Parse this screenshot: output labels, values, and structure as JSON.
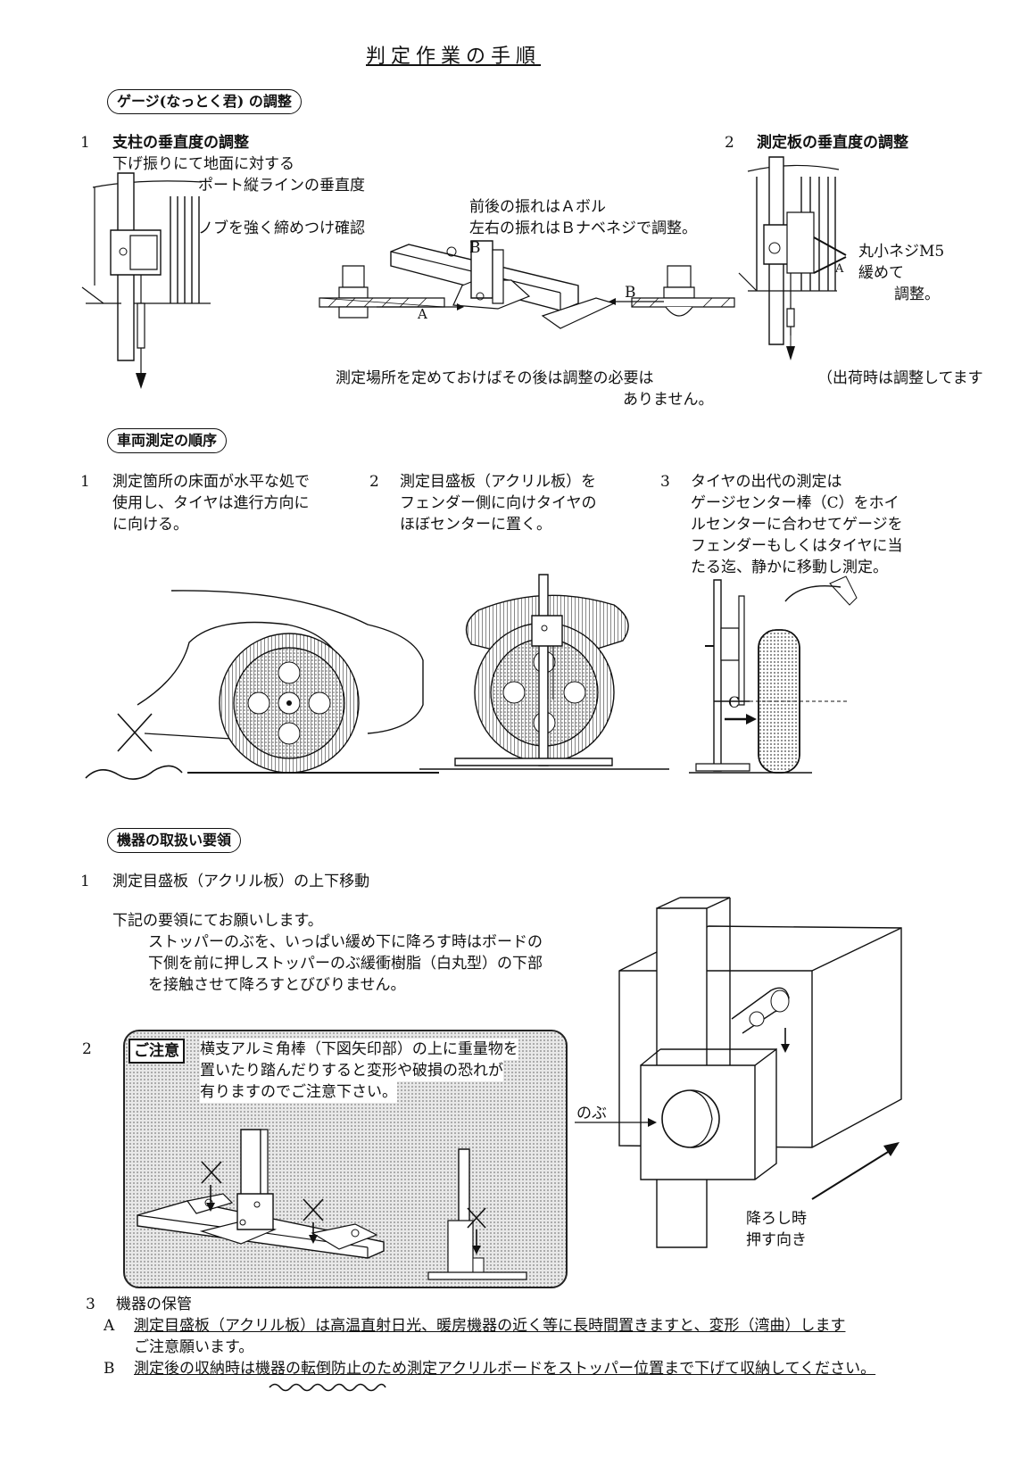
{
  "title": "判定作業の手順",
  "section1": {
    "heading": "ゲージ(なっとく君) の調整",
    "step1": {
      "number": "1",
      "title": "支柱の垂直度の調整",
      "line1": "下げ振りにて地面に対する",
      "line2": "ポート縦ラインの垂直度",
      "line3": "ノブを強く締めつけ確認"
    },
    "step2": {
      "number": "2",
      "title": "測定板の垂直度の調整"
    },
    "middle": {
      "line1": "前後の振れはＡボル",
      "line2": "左右の振れはＢナベネジで調整。",
      "label_a": "A",
      "label_b1": "B",
      "label_b2": "B",
      "note1": "測定場所を定めておけばその後は調整の必要は",
      "note2": "ありません。"
    },
    "right": {
      "line1": "丸小ネジM5",
      "line2": "緩めて",
      "line3": "調整。",
      "label_a": "A",
      "shipping": "（出荷時は調整してます"
    }
  },
  "section2": {
    "heading": "車両測定の順序",
    "step1": {
      "number": "1",
      "lines": [
        "測定箇所の床面が水平な処で",
        "使用し、タイヤは進行方向に",
        "に向ける。"
      ]
    },
    "step2": {
      "number": "2",
      "lines": [
        "測定目盛板（アクリル板）を",
        "フェンダー側に向けタイヤの",
        "ほぼセンターに置く。"
      ]
    },
    "step3": {
      "number": "3",
      "lines": [
        "タイヤの出代の測定は",
        "ゲージセンター棒（C）をホイ",
        "ルセンターに合わせてゲージを",
        "フェンダーもしくはタイヤに当",
        "たる迄、静かに移動し測定。"
      ]
    },
    "label_c": "C"
  },
  "section3": {
    "heading": "機器の取扱い要領",
    "item1": {
      "number": "1",
      "title": "測定目盛板（アクリル板）の上下移動",
      "intro": "下記の要領にてお願いします。",
      "lines": [
        "ストッパーのぶを、いっぱい緩め下に降ろす時はボードの",
        "下側を前に押しストッパーのぶ緩衝樹脂（白丸型）の下部",
        "を接触させて降ろすとびびりません。"
      ]
    },
    "item2": {
      "number": "2",
      "caution_label": "ご注意",
      "lines": [
        "横支アルミ角棒（下図矢印部）の上に重量物を",
        "置いたり踏んだりすると変形や破損の恐れが",
        "有りますのでご注意下さい。"
      ]
    },
    "knob_label": "のぶ",
    "push_line1": "降ろし時",
    "push_line2": "押す向き",
    "item3": {
      "number": "3",
      "title": "機器の保管",
      "a_label": "A",
      "a_line1": "測定目盛板（アクリル板）は高温直射日光、暖房機器の近く等に長時間置きますと、変形（湾曲）します",
      "a_line2": "ご注意願います。",
      "b_label": "B",
      "b_line": "測定後の収納時は機器の転倒防止のため測定アクリルボードをストッパー位置まで下げて収納してください。"
    }
  }
}
